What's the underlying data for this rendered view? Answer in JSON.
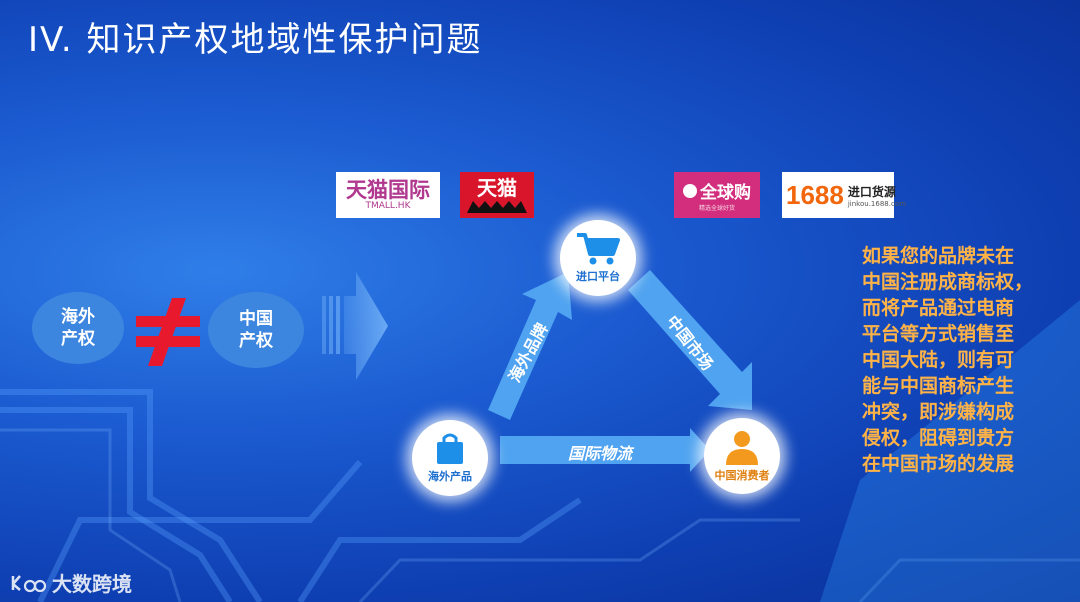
{
  "title": "IV.  知识产权地域性保护问题",
  "left_circles": {
    "overseas": [
      "海外",
      "产权"
    ],
    "china": [
      "中国",
      "产权"
    ]
  },
  "logos": {
    "tmall_hk": {
      "main": "天猫国际",
      "sub": "TMALL.HK"
    },
    "tmall": {
      "main": "天猫"
    },
    "global_buy": {
      "main": "全球购",
      "sub": "精选全球好货"
    },
    "s1688": {
      "num": "1688",
      "main": "进口货源",
      "sub": "jinkou.1688.com"
    }
  },
  "triangle": {
    "top_node": "进口平台",
    "left_node": "海外产品",
    "right_node": "中国消费者",
    "left_arrow": "海外品牌",
    "right_arrow": "中国市场",
    "bottom_arrow": "国际物流"
  },
  "side_lines": [
    "如果您的品牌未在",
    "中国注册成商标权，",
    "而将产品通过电商",
    "平台等方式销售至",
    "中国大陆，则有可",
    "能与中国商标产生",
    "冲突，即涉嫌构成",
    "侵权，阻碍到贵方",
    "在中国市场的发展"
  ],
  "watermark": "大数跨境",
  "colors": {
    "accent_orange": "#ffb347",
    "neq_red": "#e8192c",
    "arrow_blue": "#4fa3f0",
    "consumer_orange": "#f39a1e"
  }
}
